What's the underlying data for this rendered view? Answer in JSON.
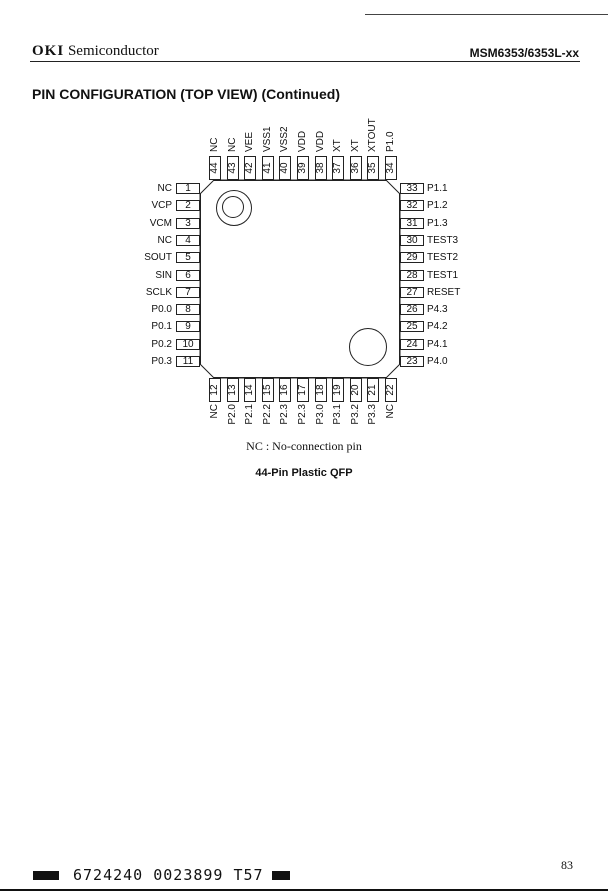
{
  "header": {
    "brand": "OKI",
    "brand_suffix": "Semiconductor",
    "part": "MSM6353/6353L-xx"
  },
  "title": "PIN CONFIGURATION (TOP VIEW) (Continued)",
  "pins": {
    "left": [
      [
        "1",
        "NC"
      ],
      [
        "2",
        "VCP"
      ],
      [
        "3",
        "VCM"
      ],
      [
        "4",
        "NC"
      ],
      [
        "5",
        "SOUT"
      ],
      [
        "6",
        "SIN"
      ],
      [
        "7",
        "SCLK"
      ],
      [
        "8",
        "P0.0"
      ],
      [
        "9",
        "P0.1"
      ],
      [
        "10",
        "P0.2"
      ],
      [
        "11",
        "P0.3"
      ]
    ],
    "bottom": [
      [
        "12",
        "NC"
      ],
      [
        "13",
        "P2.0"
      ],
      [
        "14",
        "P2.1"
      ],
      [
        "15",
        "P2.2"
      ],
      [
        "16",
        "P2.3"
      ],
      [
        "17",
        "P2.3"
      ],
      [
        "18",
        "P3.0"
      ],
      [
        "19",
        "P3.1"
      ],
      [
        "20",
        "P3.2"
      ],
      [
        "21",
        "P3.3"
      ],
      [
        "22",
        "NC"
      ]
    ],
    "right": [
      [
        "33",
        "P1.1"
      ],
      [
        "32",
        "P1.2"
      ],
      [
        "31",
        "P1.3"
      ],
      [
        "30",
        "TEST3"
      ],
      [
        "29",
        "TEST2"
      ],
      [
        "28",
        "TEST1"
      ],
      [
        "27",
        "RESET"
      ],
      [
        "26",
        "P4.3"
      ],
      [
        "25",
        "P4.2"
      ],
      [
        "24",
        "P4.1"
      ],
      [
        "23",
        "P4.0"
      ]
    ],
    "top": [
      [
        "44",
        "NC"
      ],
      [
        "43",
        "NC"
      ],
      [
        "42",
        "VEE"
      ],
      [
        "41",
        "VSS1"
      ],
      [
        "40",
        "VSS2"
      ],
      [
        "39",
        "VDD"
      ],
      [
        "38",
        "VDD"
      ],
      [
        "37",
        "XT"
      ],
      [
        "36",
        "XT"
      ],
      [
        "35",
        "XTOUT"
      ],
      [
        "34",
        "P1.0"
      ]
    ]
  },
  "note": "NC : No-connection pin",
  "package": "44-Pin Plastic QFP",
  "footer": {
    "code": "6724240 0023899 T57",
    "page": "83"
  }
}
